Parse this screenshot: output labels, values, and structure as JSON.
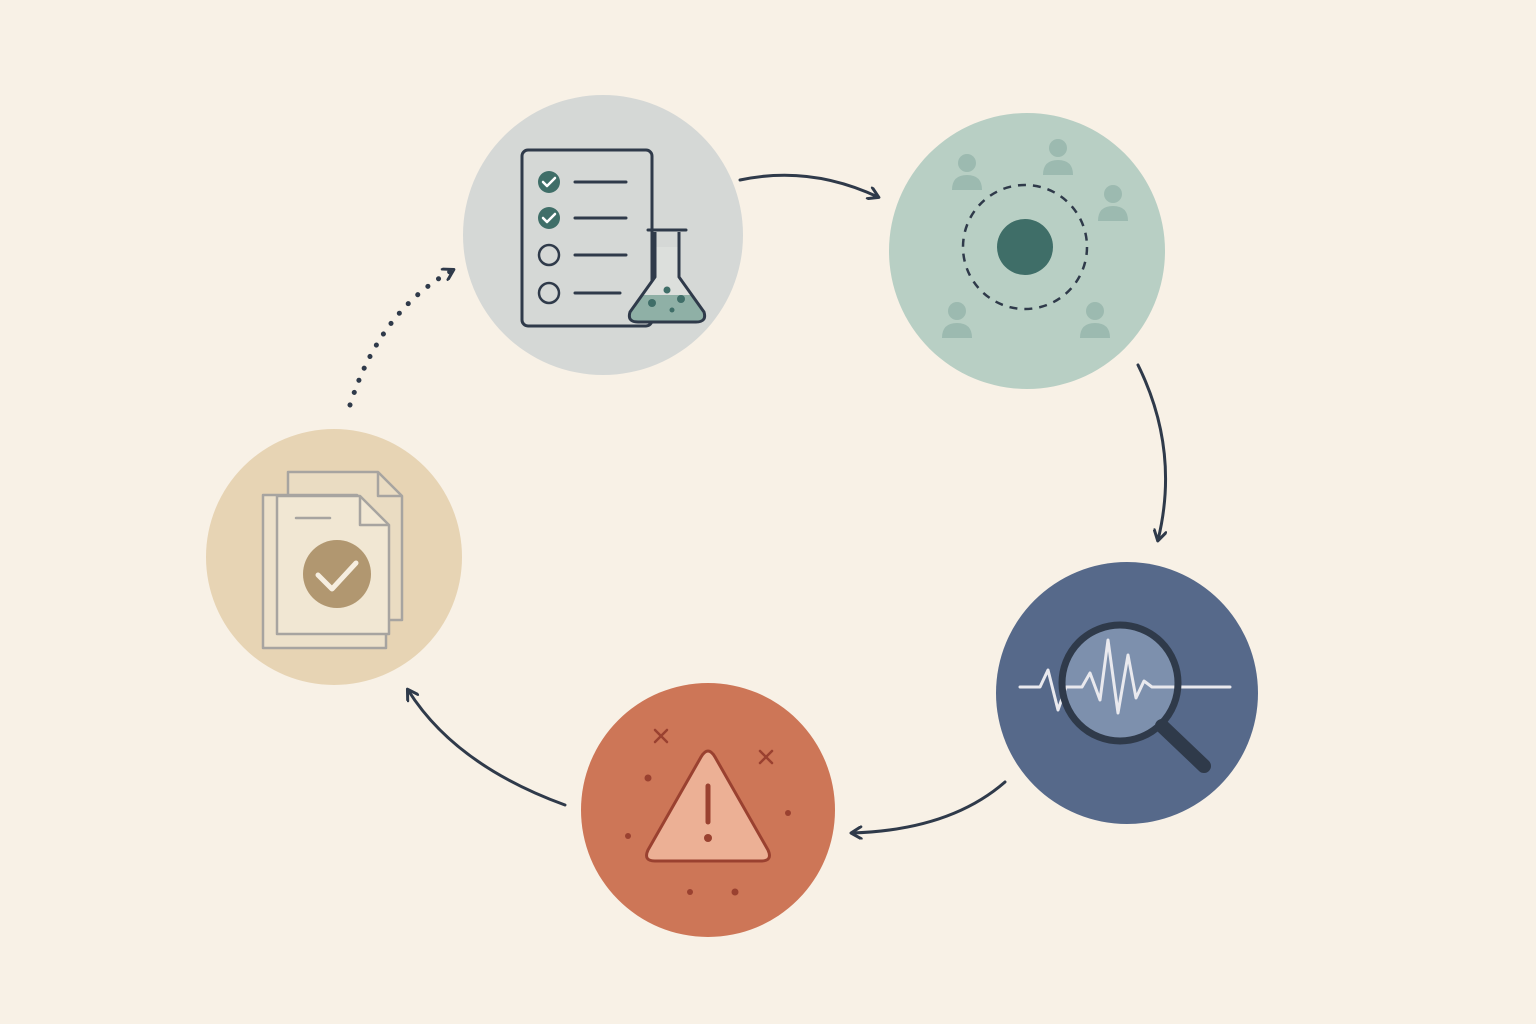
{
  "palette": {
    "background": "#f8f1e6",
    "ink": "#2f3a4a",
    "protocol_bg": "#d5d8d6",
    "participants_bg": "#b8cfc4",
    "monitoring_bg": "#56698a",
    "safety_bg": "#cd7657",
    "documents_bg": "#e7d4b4",
    "teal": "#3f6e68",
    "teal_light": "#9cbab0",
    "flask_liquid": "#8fb0a6",
    "alert_fill": "#ecb095",
    "alert_line": "#9a4130",
    "doc_line": "#a7a4a0",
    "doc_badge": "#b19770",
    "signal_line": "#e9e9ee"
  },
  "nodes": [
    {
      "id": "protocol",
      "icon": "checklist-flask-icon"
    },
    {
      "id": "participants",
      "icon": "participant-network-icon"
    },
    {
      "id": "monitoring",
      "icon": "signal-magnifier-icon"
    },
    {
      "id": "safety",
      "icon": "warning-triangle-icon"
    },
    {
      "id": "documents",
      "icon": "approved-documents-icon"
    }
  ],
  "connectors": [
    {
      "from": "protocol",
      "to": "participants",
      "style": "solid"
    },
    {
      "from": "participants",
      "to": "monitoring",
      "style": "solid"
    },
    {
      "from": "monitoring",
      "to": "safety",
      "style": "solid"
    },
    {
      "from": "safety",
      "to": "documents",
      "style": "solid"
    },
    {
      "from": "documents",
      "to": "protocol",
      "style": "dotted"
    }
  ]
}
